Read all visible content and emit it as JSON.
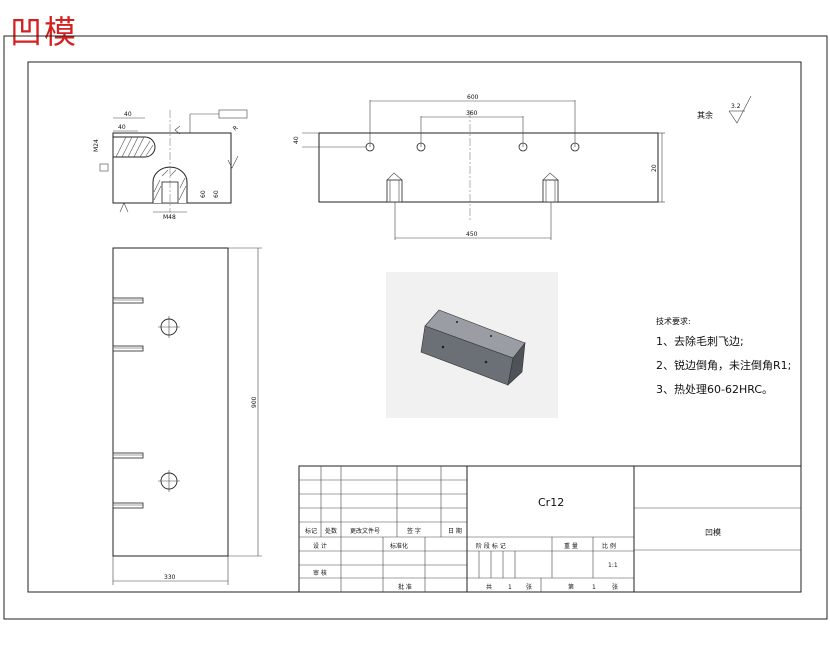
{
  "heading": "凹模",
  "dims": {
    "d600": "600",
    "d360": "360",
    "d450": "450",
    "d40": "40",
    "d20": "20",
    "d900": "900",
    "d330": "330",
    "side_40a": "40",
    "side_40b": "40",
    "side_m24": "M24",
    "side_m48": "M48",
    "side_60a": "60",
    "side_60b": "60",
    "side_r": "R"
  },
  "roughness": {
    "prefix": "其余",
    "value": "3.2"
  },
  "tech": {
    "title": "技术要求:",
    "items": [
      "1、去除毛刺飞边;",
      "2、锐边倒角，未注倒角R1;",
      "3、热处理60-62HRC。"
    ]
  },
  "tb": {
    "material": "Cr12",
    "part_name": "凹模",
    "scale": "1:1",
    "mark_row": [
      "标记",
      "处数",
      "更改文件号",
      "签 字",
      "日 期"
    ],
    "designer_row": [
      "设 计",
      "",
      "标准化",
      ""
    ],
    "review_row": [
      "审 核"
    ],
    "approve": "批 准",
    "weight_row": [
      "阶 段 标 记",
      "重 量",
      "比 例"
    ],
    "sheet": [
      "共",
      "1",
      "张",
      "第",
      "1",
      "张"
    ]
  },
  "icons": [
    "view-3d-render-icon",
    "surface-roughness-icon"
  ]
}
